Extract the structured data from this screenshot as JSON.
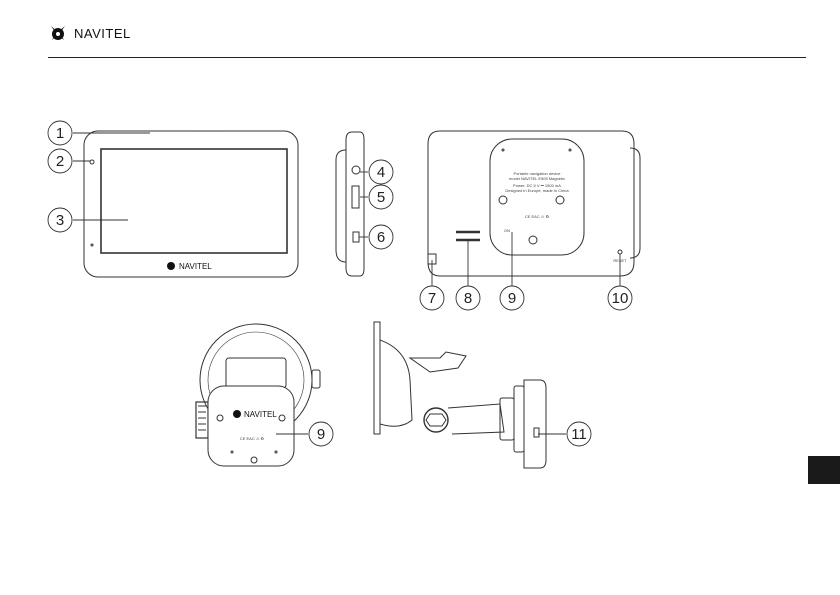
{
  "header": {
    "brand": "NAVITEL",
    "logo_icon": "navitel-star-icon"
  },
  "device": {
    "brand_on_front": "NAVITEL",
    "brand_on_mount": "NAVITEL",
    "back_label_lines": [
      "Portable navigation device",
      "model NAVITEL E505 Magnetic",
      "Power: DC 5 V ⎓ 1500 mA",
      "Designed in Europe, made in China"
    ],
    "back_small_text": "ON",
    "cert_marks": "CE EAC ⚠ ♻",
    "reset_label": "RESET"
  },
  "callouts": [
    "1",
    "2",
    "3",
    "4",
    "5",
    "6",
    "7",
    "8",
    "9",
    "10",
    "9",
    "11"
  ],
  "colors": {
    "line": "#333333",
    "page_tab": "#1a1a1a"
  }
}
